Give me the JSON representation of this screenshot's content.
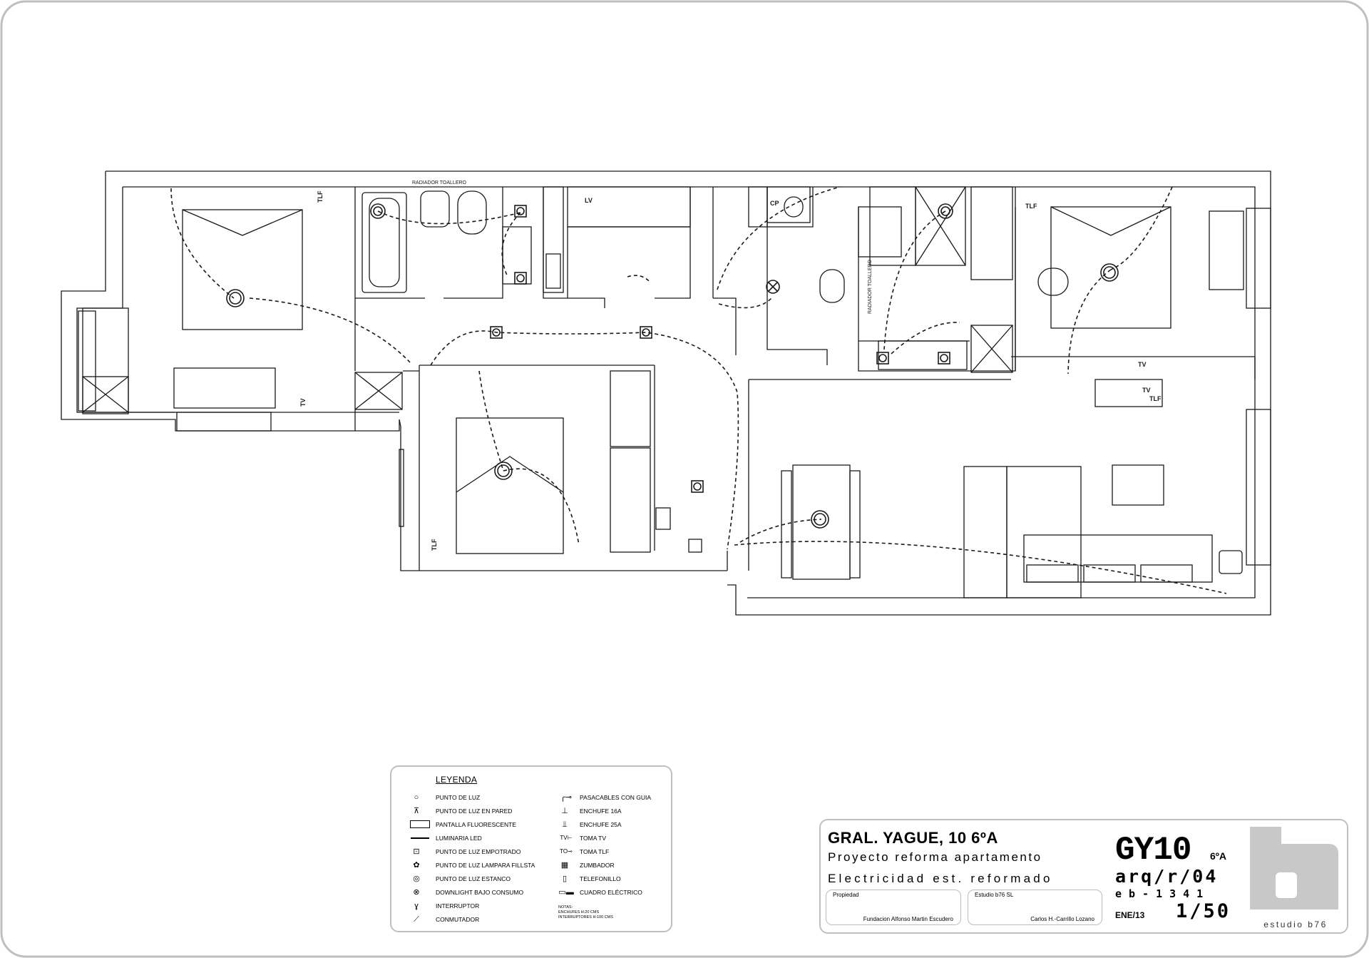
{
  "plan": {
    "labels": {
      "radiator_left": "RADIADOR TOALLERO",
      "radiator_right": "RADIADOR TOALLERO",
      "lv": "LV",
      "cp": "CP",
      "tlf": "TLF",
      "tv": "TV"
    }
  },
  "legend": {
    "title": "LEYENDA",
    "left_items": [
      {
        "label": "PUNTO DE LUZ",
        "icon": "circle-icon"
      },
      {
        "label": "PUNTO DE LUZ EN PARED",
        "icon": "wall-light-icon"
      },
      {
        "label": "PANTALLA FLUORESCENTE",
        "icon": "fluorescent-icon"
      },
      {
        "label": "LUMINARIA LED",
        "icon": "led-icon"
      },
      {
        "label": "PUNTO DE LUZ EMPOTRADO",
        "icon": "recessed-light-icon"
      },
      {
        "label": "PUNTO DE LUZ LAMPARA FILLSTA",
        "icon": "lamp-icon"
      },
      {
        "label": "PUNTO DE LUZ ESTANCO",
        "icon": "sealed-light-icon"
      },
      {
        "label": "DOWNLIGHT BAJO CONSUMO",
        "icon": "downlight-icon"
      },
      {
        "label": "INTERRUPTOR",
        "icon": "switch-icon"
      },
      {
        "label": "CONMUTADOR",
        "icon": "two-way-switch-icon"
      }
    ],
    "right_items": [
      {
        "label": "PASACABLES CON GUIA",
        "icon": "cable-guide-icon"
      },
      {
        "label": "ENCHUFE 16A",
        "icon": "socket-16a-icon"
      },
      {
        "label": "ENCHUFE 25A",
        "icon": "socket-25a-icon"
      },
      {
        "label": "TOMA TV",
        "icon": "tv-outlet-icon"
      },
      {
        "label": "TOMA TLF",
        "icon": "phone-outlet-icon"
      },
      {
        "label": "ZUMBADOR",
        "icon": "buzzer-icon"
      },
      {
        "label": "TELEFONILLO",
        "icon": "intercom-icon"
      },
      {
        "label": "CUADRO ELÉCTRICO",
        "icon": "electrical-panel-icon"
      }
    ],
    "notes": "NOTAS:\nENCHUFES H:20 CMS\nINTERRUPTORES H:100 CMS"
  },
  "title_block": {
    "address": "GRAL. YAGUE, 10  6ºA",
    "project": "Proyecto reforma apartamento",
    "drawing": "Electricidad est. reformado",
    "code_main": "GY10",
    "code_sub": "6ºA",
    "ref": "arq/r/04",
    "number": "eb-1341",
    "date": "ENE/13",
    "scale": "1/50",
    "owner_label": "Propiedad",
    "owner_value": "Fundacion Alfonso Martin Escudero",
    "office_label": "Estudio b76 SL",
    "office_value": "Carlos H.-Carrillo Lozano",
    "logo_caption": "estudio b76"
  },
  "colors": {
    "frame": "#bfbfbf",
    "line": "#1a1a1a",
    "logo": "#c8c8c8"
  }
}
